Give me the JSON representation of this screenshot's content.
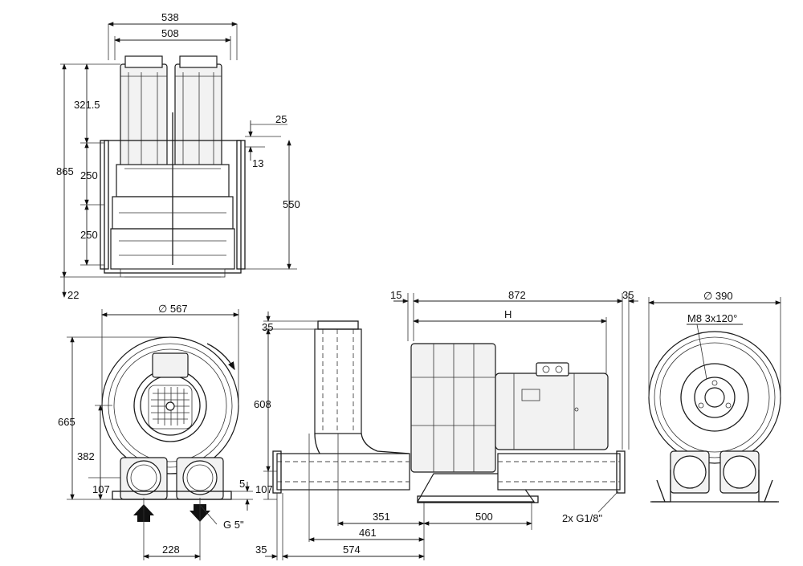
{
  "labels": {
    "top_width_outer": "538",
    "top_width_inner": "508",
    "top_height_total": "865",
    "top_height_motor": "321.5",
    "top_height_mid": "250",
    "top_height_low": "250",
    "top_base": "22",
    "top_bracket_25": "25",
    "top_bracket_13": "13",
    "top_height_550": "550",
    "front_diameter": "∅ 567",
    "front_height_total": "665",
    "front_height_382": "382",
    "front_height_107": "107",
    "front_offset_5": "5",
    "front_port_spacing": "228",
    "front_port_thread": "G 5\"",
    "side_top_35": "35",
    "side_height_608": "608",
    "side_height_107": "107",
    "side_left_15": "15",
    "side_length_872": "872",
    "side_right_35": "35",
    "side_h": "H",
    "side_351": "351",
    "side_500": "500",
    "side_461": "461",
    "side_574": "574",
    "side_bottom_35": "35",
    "side_drain": "2x G1/8\"",
    "rear_diameter": "∅ 390",
    "rear_bolts": "M8 3x120°"
  },
  "colors": {
    "line": "#1a1a1a",
    "fill": "#f2f2f2",
    "background": "#ffffff"
  }
}
